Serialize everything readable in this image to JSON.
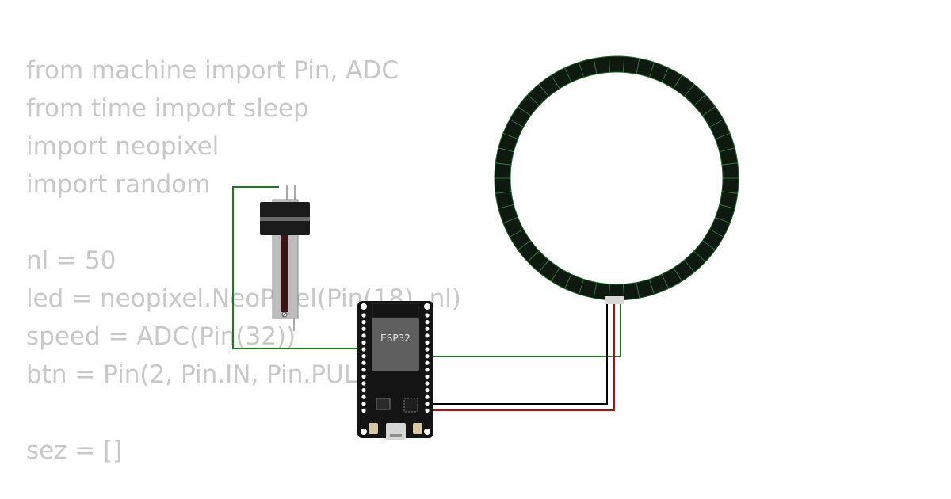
{
  "code_lines": [
    "from machine import Pin, ADC",
    "from time import sleep",
    "import neopixel",
    "import random",
    "",
    "nl = 50",
    "led = neopixel.NeoPixel(Pin(18), nl)",
    "speed = ADC(Pin(32))",
    "btn = Pin(2, Pin.IN, Pin.PULL_UP)",
    "",
    "sez = []"
  ],
  "board": {
    "chip_label": "ESP32"
  },
  "ring": {
    "led_count": 50
  },
  "colors": {
    "code_text": "#c8c8c8",
    "wire_signal": "#1a7f1a",
    "wire_ground": "#000000",
    "wire_power": "#d40000",
    "board": "#141414",
    "ring": "#0e1a10"
  }
}
